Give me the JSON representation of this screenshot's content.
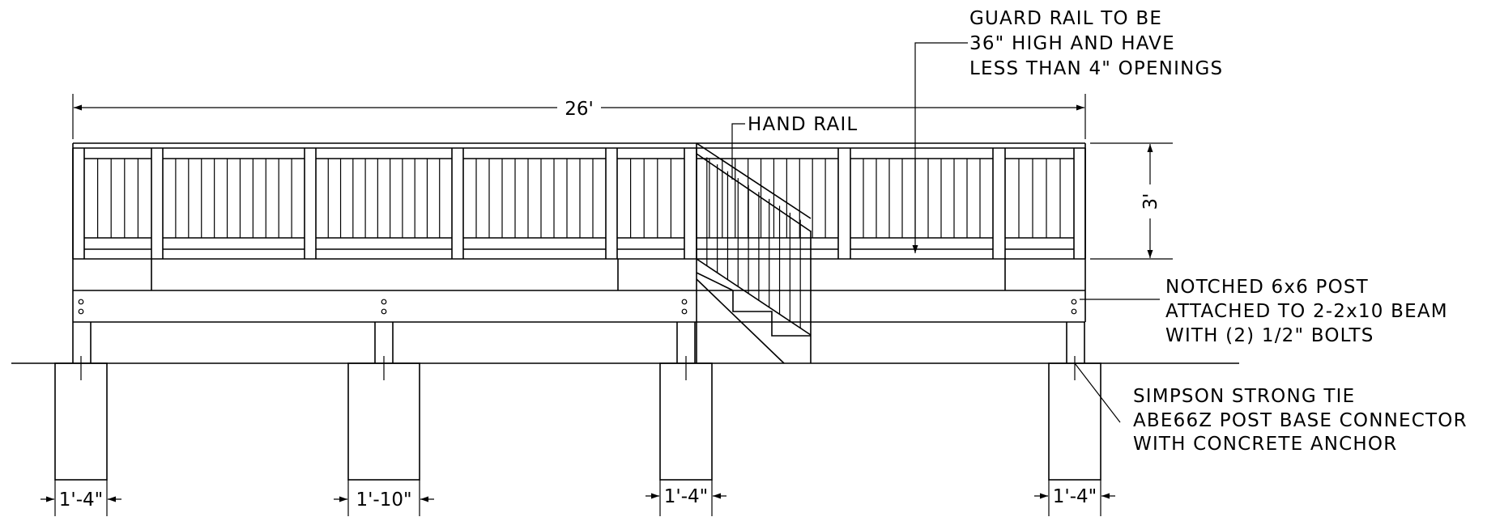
{
  "dimensions": {
    "overall_width": "26'",
    "guard_height": "3'",
    "footing_1": "1'-4\"",
    "footing_2": "1'-10\"",
    "footing_3": "1'-4\"",
    "footing_4": "1'-4\""
  },
  "notes": {
    "guard_rail": [
      "GUARD RAIL TO BE",
      "36\" HIGH AND HAVE",
      "LESS THAN 4\" OPENINGS"
    ],
    "hand_rail": "HAND RAIL",
    "post": [
      "NOTCHED 6x6 POST",
      "ATTACHED TO 2-2x10 BEAM",
      "WITH (2) 1/2\" BOLTS"
    ],
    "connector": [
      "SIMPSON STRONG TIE",
      "ABE66Z POST BASE CONNECTOR",
      "WITH CONCRETE ANCHOR"
    ]
  },
  "colors": {
    "line": "#000000",
    "background": "#ffffff"
  }
}
